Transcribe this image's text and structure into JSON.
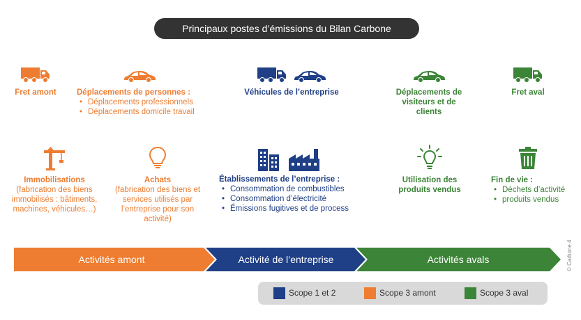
{
  "title": "Principaux postes d’émissions du Bilan Carbone",
  "colors": {
    "orange": "#ee7d31",
    "blue": "#1f3f86",
    "green": "#3c8437"
  },
  "row1": {
    "fret_amont": {
      "title": "Fret amont",
      "icon": "truck-icon"
    },
    "deplacements_personnes": {
      "title": "Déplacements de personnes :",
      "icon": "car-icon",
      "items": [
        "Déplacements professionnels",
        "Déplacements domicile travail"
      ]
    },
    "vehicules": {
      "title": "Véhicules de l’entreprise",
      "icons": [
        "truck-icon",
        "car-icon"
      ]
    },
    "deplacements_visiteurs": {
      "title": "Déplacements de visiteurs et de clients",
      "icon": "car-icon"
    },
    "fret_aval": {
      "title": "Fret aval",
      "icon": "truck-icon"
    }
  },
  "row2": {
    "immobilisations": {
      "title": "Immobilisations",
      "icon": "crane-icon",
      "text": "(fabrication des biens immobilisés : bâtiments, machines, véhicules…)"
    },
    "achats": {
      "title": "Achats",
      "icon": "lightbulb-outline-icon",
      "text": "(fabrication des biens et services utilisés par l’entreprise pour son activité)"
    },
    "etablissements": {
      "title": "Établissements de l’entreprise :",
      "icons": [
        "buildings-icon",
        "factory-icon"
      ],
      "items": [
        "Consommation de combustibles",
        "Consommation d’électricité",
        "Émissions fugitives et de process"
      ]
    },
    "utilisation": {
      "title": "Utilisation des produits vendus",
      "icon": "lightbulb-icon"
    },
    "fin_de_vie": {
      "title": "Fin de vie :",
      "icon": "trash-icon",
      "items": [
        "Déchets d’activité",
        "produits vendus"
      ]
    }
  },
  "bar": {
    "amont": "Activités amont",
    "entreprise": "Activité de l’entreprise",
    "avals": "Activités avals"
  },
  "legend": [
    {
      "label": "Scope 1 et 2",
      "color": "#1f3f86"
    },
    {
      "label": "Scope 3 amont",
      "color": "#ee7d31"
    },
    {
      "label": "Scope 3 aval",
      "color": "#3c8437"
    }
  ],
  "credit": "© Carbone 4"
}
